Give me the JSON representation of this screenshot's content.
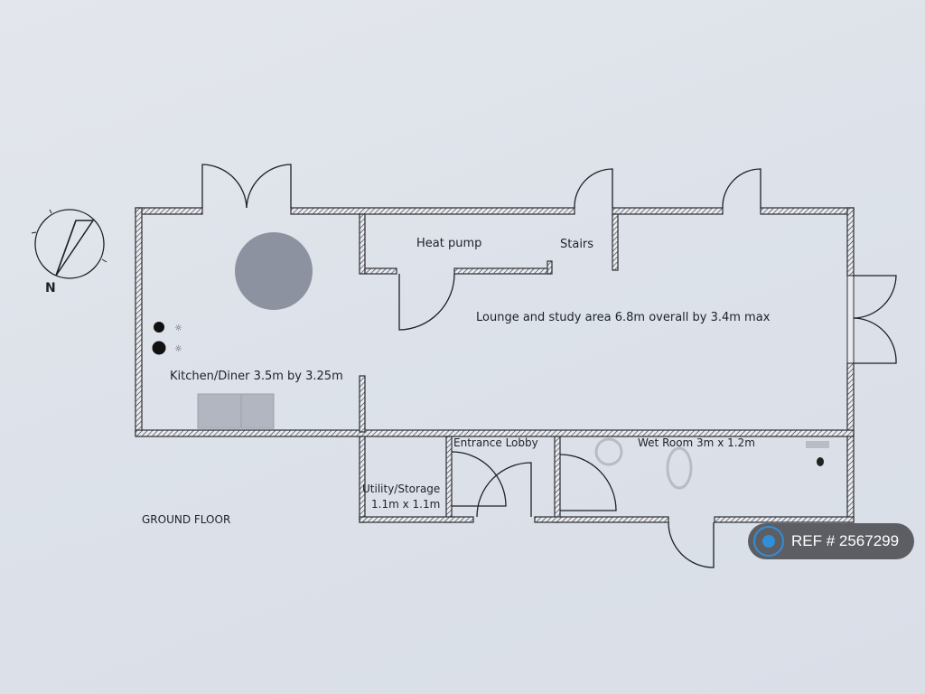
{
  "plan": {
    "title": "GROUND FLOOR",
    "compass_label": "N",
    "rooms": {
      "heat_pump": "Heat pump",
      "stairs": "Stairs",
      "lounge": "Lounge and study area 6.8m overall by 3.4m max",
      "kitchen": "Kitchen/Diner 3.5m by 3.25m",
      "entrance": "Entrance Lobby",
      "wet_room": "Wet Room 3m x 1.2m",
      "utility_line1": "Utility/Storage",
      "utility_line2": "1.1m x 1.1m"
    }
  },
  "badge": {
    "ref": "REF # 2567299",
    "icon": "home-icon",
    "accent": "#2f8fd8"
  }
}
